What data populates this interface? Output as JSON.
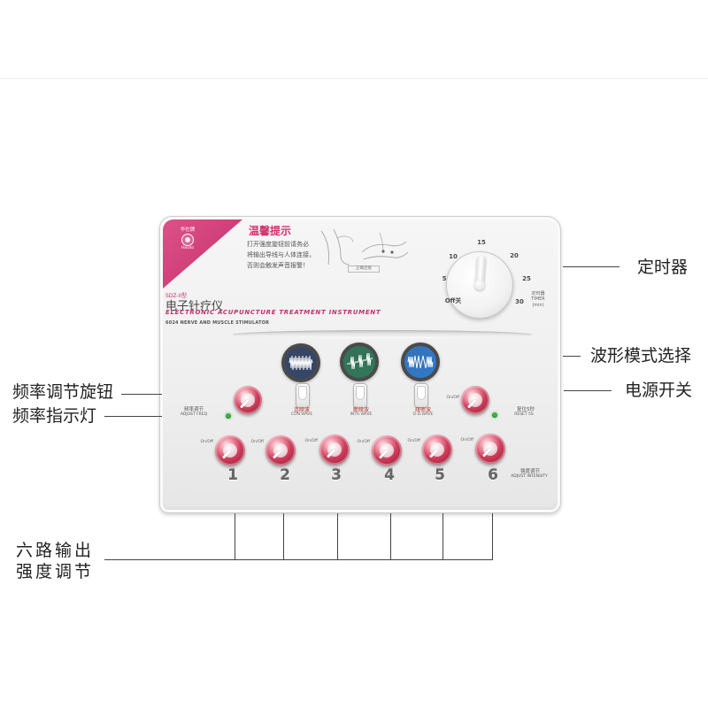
{
  "callouts": {
    "timer": "定时器",
    "wave_mode": "波形模式选择",
    "power_switch": "电源开关",
    "freq_knob": "频率调节旋钮",
    "freq_indicator": "频率指示灯",
    "output_line1": "六路输出",
    "output_line2": "强度调节"
  },
  "device": {
    "logo": {
      "brand_cn": "华佗牌",
      "brand_en": "Hwato"
    },
    "notice": {
      "title": "温馨提示",
      "lines": [
        "打开强度旋钮前请务必",
        "将输出导线与人体连接，",
        "否则会触发声音报警！"
      ],
      "caption": "正确连接"
    },
    "model": "SDZ-II型",
    "name_cn": "电子针疗仪",
    "name_en": "ELECTRONIC ACUPUNCTURE TREATMENT INSTRUMENT",
    "subtitle_en": "6024 NERVE AND MUSCLE STIMULATOR",
    "switch_label": "On/Off",
    "timer": {
      "marks": [
        "Off关",
        "5",
        "10",
        "15",
        "20",
        "25",
        "30"
      ],
      "label_cn": "定时器",
      "label_en": "TIMER",
      "unit": "(min)",
      "pointer_min": 15
    },
    "waves": [
      {
        "cn": "连续波",
        "en": "CON.WAVE",
        "color": "#34466a"
      },
      {
        "cn": "断续波",
        "en": "INTR.WAVE",
        "color": "#2f7a5b"
      },
      {
        "cn": "疏密波",
        "en": "D-D.WAVE",
        "color": "#2f7bd0"
      }
    ],
    "frequency": {
      "label_cn": "频率调节",
      "label_en": "ADJUST FREQ"
    },
    "power": {
      "label_cn": "复位5秒",
      "label_en": "RESET 5S"
    },
    "intensity": {
      "label_cn": "强度调节",
      "label_en": "ADJUST INTENSITY",
      "channels": [
        "1",
        "2",
        "3",
        "4",
        "5",
        "6"
      ]
    },
    "colors": {
      "brand_pink": "#cf3a74",
      "knob_red": "#c23552",
      "led_green": "#3cb043"
    }
  }
}
